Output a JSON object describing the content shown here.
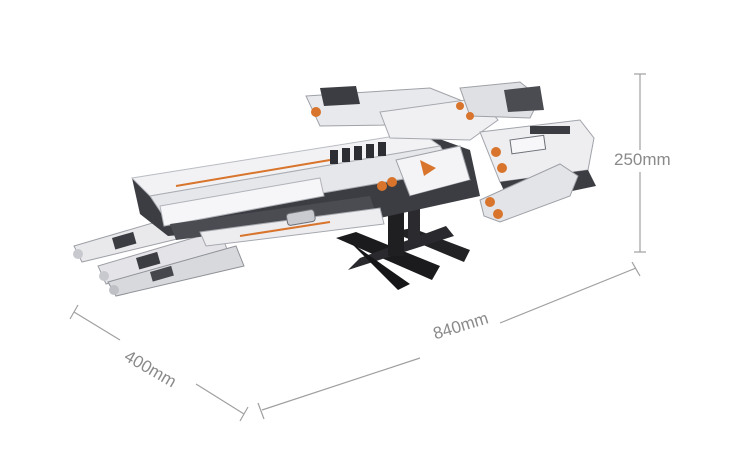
{
  "dimensions": {
    "height_label": "250mm",
    "length_label": "840mm",
    "width_label": "400mm"
  },
  "model": {
    "subject": "brick-built-spaceship-model-on-stand",
    "colors": {
      "hull_white": "#f2f2f4",
      "hull_grey": "#b9bcc2",
      "dark_grey": "#3b3d42",
      "black": "#1b1b1d",
      "accent_orange": "#d8742b",
      "dimension_line": "#9a9a9a"
    }
  }
}
